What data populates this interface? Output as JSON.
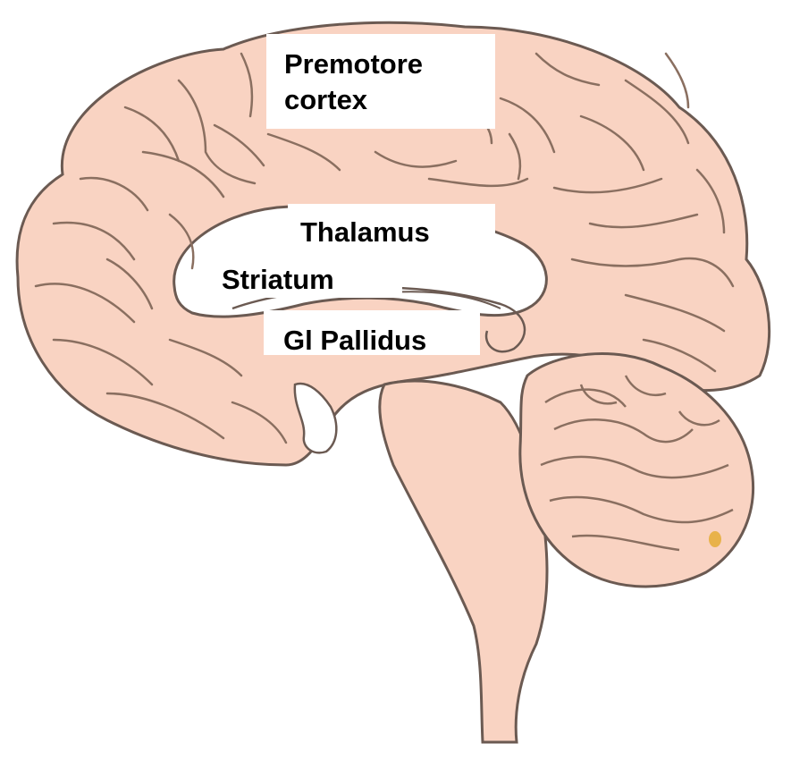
{
  "diagram": {
    "colors": {
      "tissue": "#f9d3c2",
      "outline": "#6b5a52",
      "fold": "#8a6f60",
      "background": "#ffffff",
      "accent_spot": "#e8b24a"
    },
    "labels": {
      "premotor": "Premotore\ncortex",
      "thalamus": "Thalamus",
      "striatum": "Striatum",
      "pallidus": "Gl Pallidus"
    }
  }
}
